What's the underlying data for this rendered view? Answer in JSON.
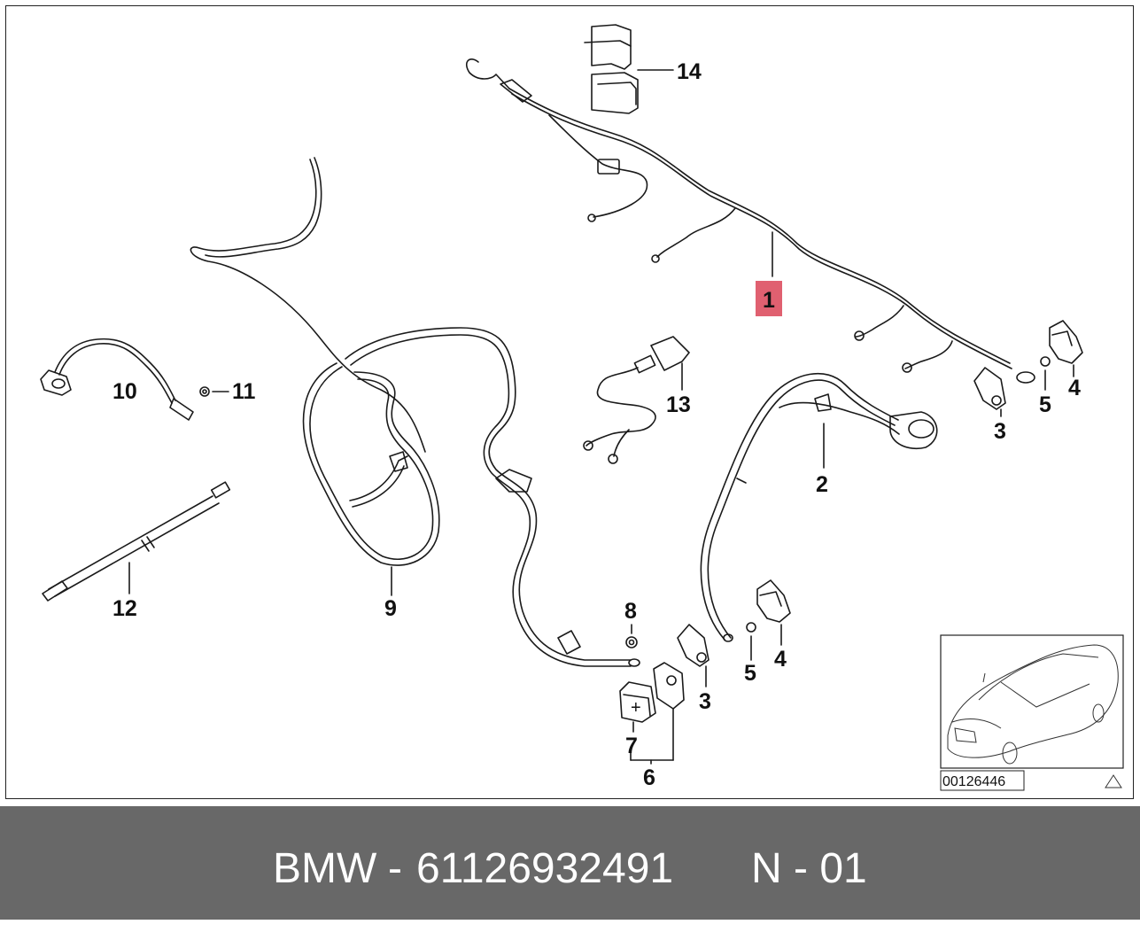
{
  "diagram": {
    "callouts": [
      {
        "id": "1",
        "label": "1",
        "highlight": true
      },
      {
        "id": "2",
        "label": "2"
      },
      {
        "id": "3a",
        "label": "3"
      },
      {
        "id": "3b",
        "label": "3"
      },
      {
        "id": "4a",
        "label": "4"
      },
      {
        "id": "4b",
        "label": "4"
      },
      {
        "id": "5a",
        "label": "5"
      },
      {
        "id": "5b",
        "label": "5"
      },
      {
        "id": "6",
        "label": "6"
      },
      {
        "id": "7",
        "label": "7"
      },
      {
        "id": "8",
        "label": "8"
      },
      {
        "id": "9",
        "label": "9"
      },
      {
        "id": "10",
        "label": "10"
      },
      {
        "id": "11",
        "label": "11"
      },
      {
        "id": "12",
        "label": "12"
      },
      {
        "id": "13",
        "label": "13"
      },
      {
        "id": "14",
        "label": "14"
      }
    ],
    "highlight_color": "#e06070",
    "reference_number": "00126446",
    "plus_sign": "+"
  },
  "footer": {
    "brand": "BMW",
    "separator": "-",
    "part_number": "61126932491",
    "page_code": "N - 01",
    "background": "#686868"
  }
}
